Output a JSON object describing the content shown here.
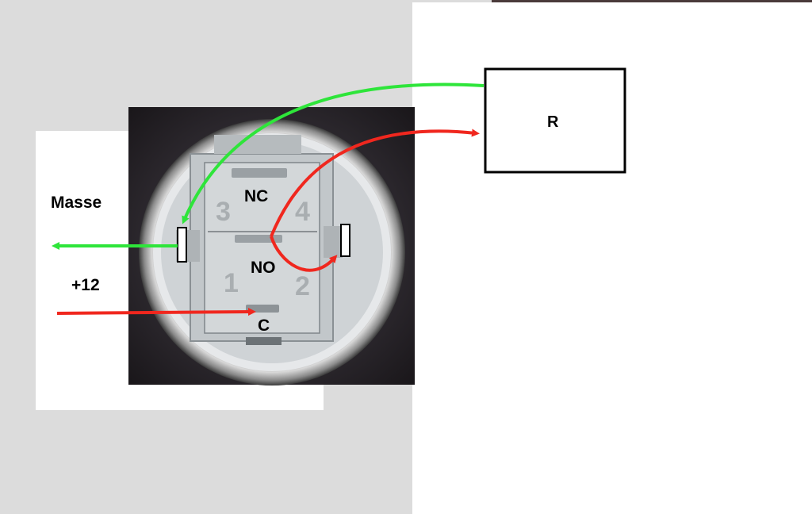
{
  "labels": {
    "nc": "NC",
    "no": "NO",
    "c": "C",
    "masse": "Masse",
    "plus12": "+12",
    "r": "R",
    "pin1": "1",
    "pin2": "2",
    "pin3": "3",
    "pin4": "4"
  },
  "colors": {
    "green_wire": "#2ee53a",
    "red_wire": "#f0271e",
    "page_gray": "#dcdcdc",
    "panel_white": "#ffffff"
  }
}
